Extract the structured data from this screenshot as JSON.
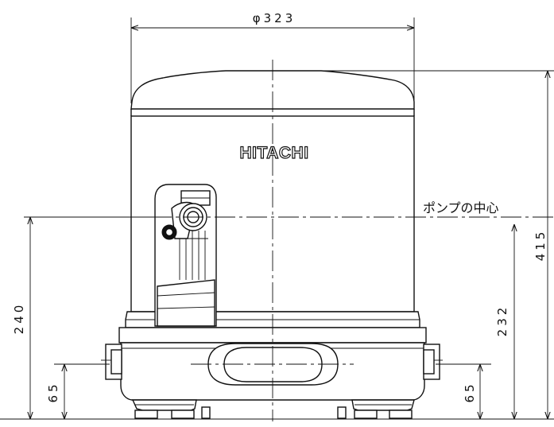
{
  "drawing": {
    "brand_logo": "HITACHI",
    "pump_center_label": "ポンプの中心",
    "dimensions": {
      "diameter": "φ323",
      "total_height": "415",
      "pump_center_height_left": "240",
      "pump_center_height_right": "232",
      "base_height_left": "65",
      "base_height_right": "65"
    }
  }
}
